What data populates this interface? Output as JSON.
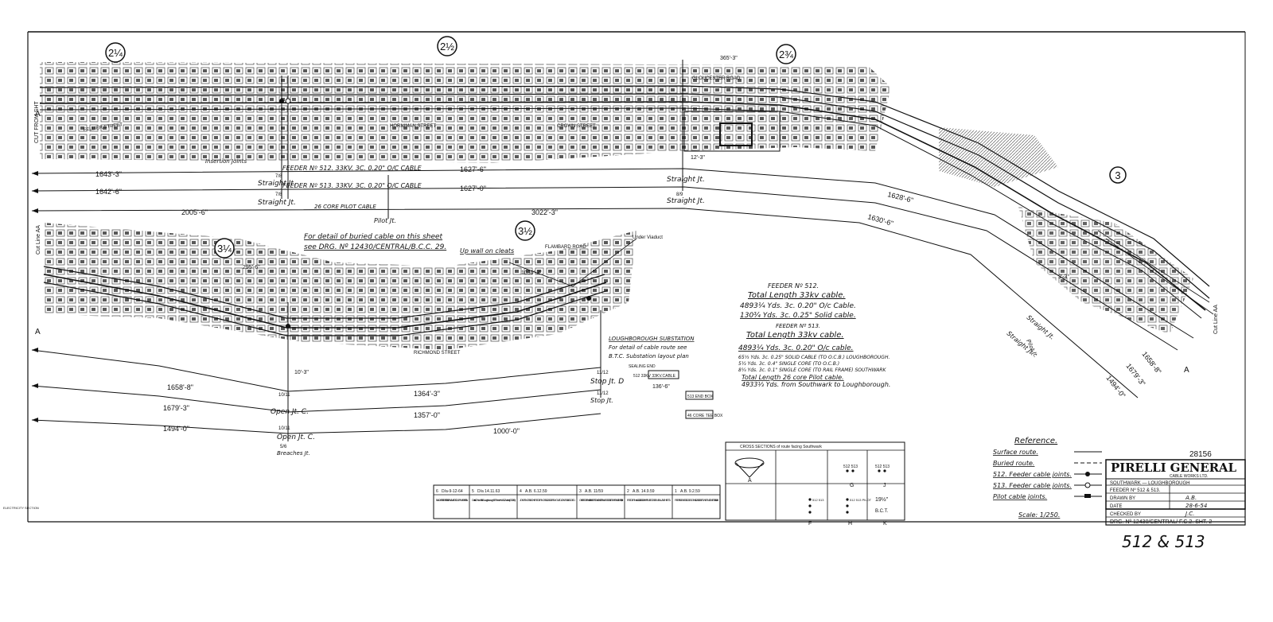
{
  "section_markers": [
    "2¼",
    "2½",
    "2¾",
    "3",
    "3¼",
    "3½"
  ],
  "street_labels": {
    "felix_street": "FELLIER STREET",
    "hollow_street": "HORNIMAN STREET",
    "crown_street": "CROWN STREET",
    "gloucester_road": "GLOUCESTER ROAD",
    "richmond_street": "RICHMOND STREET",
    "flambard_road": "FLAMBARD ROAD"
  },
  "annotations": {
    "cut_left_top": "CUT FROM SHT",
    "cut_left_bottom": "Cut Line AA",
    "cut_right": "Cut Line AA",
    "letter_a": "A",
    "insertion_joints": "Insertion Joints",
    "buried_detail_1": "For detail of buried cable on this sheet",
    "buried_detail_2": "see DRG. Nº 12430/CENTRAL/B.C.C. 29.",
    "up_wall": "Up wall on cleats",
    "under_viaduct": "Under Viaduct",
    "substation_title": "LOUGHBOROUGH SUBSTATION",
    "substation_detail_1": "For detail of cable route see",
    "substation_detail_2": "B.T.C. Substation layout plan",
    "dims_top": "365'-3\"",
    "dim_295": "295'-6\"",
    "dim_1030": "1030'-3\"",
    "dim_10_3": "10'-3\"",
    "dim_12_3": "12'-3\"",
    "dim_bar_3": "3'-3\""
  },
  "cables": {
    "feeder_512": "FEEDER Nº 512. 33KV. 3C. 0.20\" O/C CABLE",
    "feeder_513": "FEEDER Nº 513. 33KV. 3C. 0.20\" O/C CABLE",
    "pilot": "26 CORE PILOT CABLE",
    "len_1643_3": "1643'-3\"",
    "len_1642_6": "1642'-6\"",
    "len_2005_6": "2005'-6\"",
    "len_1627_6": "1627'-6\"",
    "len_1627_0": "1627'-0\"",
    "len_3022_3": "3022'-3\"",
    "len_1628_6": "1628'-6\"",
    "len_1630_6": "1630'-6\"",
    "len_1658_8": "1658'-8\"",
    "len_1679_3": "1679'-3\"",
    "len_1494_0": "1494'-0\"",
    "len_1364_3": "1364'-3\"",
    "len_1357_0": "1357'-0\"",
    "len_1000_0": "1000'-0\""
  },
  "joints": {
    "straight_jt": "Straight Jt.",
    "pilot_jt": "Pilot Jt.",
    "open_jt_c": "Open Jt. C.",
    "stop_jt_d": "Stop Jt. D",
    "stop_jt": "Stop Jt.",
    "breeches_jt": "Breaches Jt.",
    "joint_7_8": "7/8",
    "joint_8_9": "8/9",
    "joint_5_6": "5/6",
    "joint_10_11": "10/11",
    "joint_11_12": "11/12",
    "sealing_end": "SEALING END",
    "end_box_512": "512 33KV 33KV.CABLE",
    "end_box_513": "513 END BOX",
    "tee_box": "46 CORE TEE BOX",
    "dim_136_6": "136'-6\""
  },
  "summary": {
    "f512_title": "FEEDER Nº 512.",
    "f512_total": "Total Length 33kv cable.",
    "f512_l1": "4893¼ Yds. 3c. 0.20\" O/c Cable.",
    "f512_l2": "130¾ Yds. 3c. 0.25\" Solid cable.",
    "f513_title": "FEEDER Nº 513.",
    "f513_total": "Total Length 33kv cable.",
    "f513_l1": "4893¼ Yds. 3c. 0.20\" O/c cable.",
    "f513_l2": "65⅓ Yds. 3c. 0.25\" SOLID CABLE (TO O.C.B.) LOUGHBOROUGH.",
    "f513_l3": "5½ Yds. 3c. 0.4\" SINGLE CORE (TO O.C.B.)",
    "f513_l4": "8¼ Yds. 3c. 0.1\" SINGLE CORE (TO RAIL FRAME)  SOUTHWARK",
    "pilot_total": "Total Length 26 core Pilot cable.",
    "pilot_len": "4933⅓ Yds. from Southwark to Loughborough."
  },
  "revisions": [
    {
      "id": "6",
      "date": "D/a-9-12-64",
      "text": "BLACKFRIARS S.S.N. RENAMED SOUTHWARK S.S.N."
    },
    {
      "id": "5",
      "date": "D/a 14.11.63",
      "text": "Details Of New Tails To Loughborough S/S. Feeder No. 512 Added. (0703/83)"
    },
    {
      "id": "4",
      "date": "A.B. 6.12.59",
      "text": "JOINTS NOS 98 ON FEEDER NOS 512 & 513 REMOVED. JOINTS 49 ADDED."
    },
    {
      "id": "3",
      "date": "A.B. 11/59",
      "text": "ON FEEDER No 512 INSERTION JOINT AT ENLARGED BETWEEN JOINTS 7/8, 8/9."
    },
    {
      "id": "2",
      "date": "A.B. 14.9.59",
      "text": "FEEDER Nos. 512 '45' & 513 'HH'. REVISED. SEE MANUAL SHEET 1."
    },
    {
      "id": "1",
      "date": "A.B. 9.2.59",
      "text": "REPAIR JOINTS ADDED ON 512 & 513 BETWEEN JOINTS 7/8 & 8/9."
    }
  ],
  "crossing_table": {
    "header": "CROSS SECTIONS of route facing Southwark",
    "col_a": "A",
    "col_g": "G",
    "col_j": "J",
    "col_f": "F",
    "col_h": "H",
    "col_k": "K",
    "g_label": "512 513",
    "j_label": "512 513",
    "dims": "19½\"",
    "btc": "B.C.T.",
    "f_labels": "512 513",
    "h_labels": "512 513 PILOT"
  },
  "reference": {
    "title": "Reference.",
    "items": [
      "Surface route.",
      "Buried route.",
      "512. Feeder cable joints.",
      "513. Feeder cable joints.",
      "Pilot cable joints."
    ],
    "scale": "Scale: 1/250."
  },
  "title_block": {
    "number_stamp": "28156",
    "company": "PIRELLI GENERAL",
    "company_sub": "CABLE WORKS LTD.",
    "project": "SOUTHWARK — LOUGHBOROUGH",
    "feeder": "FEEDER Nº 512 & 513.",
    "drawn_by_label": "DRAWN BY",
    "drawn_by_value": "A.B.",
    "date_label": "DATE",
    "date_value": "28-6-54",
    "checked_label": "CHECKED BY",
    "checked_value": "J.C.",
    "drg_number": "DRG. Nº 12430/CENTRAL/ F.C.2. SHT. 2",
    "handwritten": "512 & 513"
  },
  "margin_stamp": "ELECTRICITY SECTION"
}
